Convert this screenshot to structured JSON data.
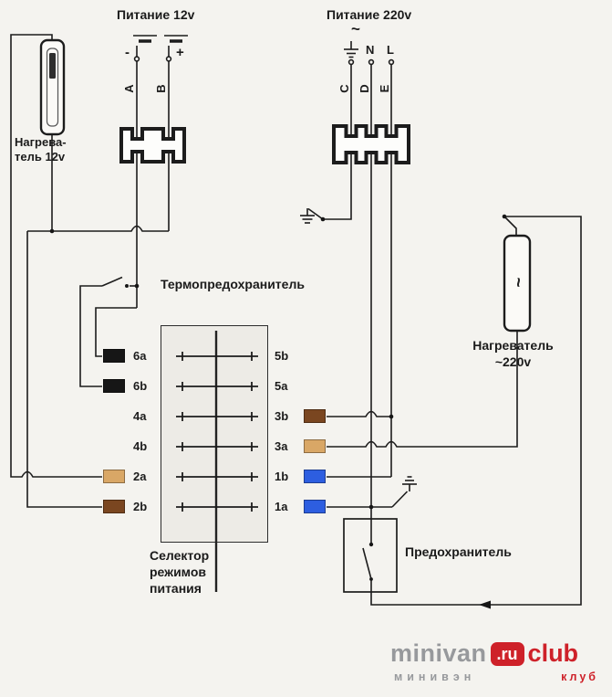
{
  "power12": {
    "title": "Питание 12v",
    "minus_label": "-",
    "plus_label": "+",
    "wire_a": "A",
    "wire_b": "B"
  },
  "power220": {
    "title": "Питание 220v",
    "ac_symbol": "~",
    "neutral_label": "N",
    "line_label": "L",
    "wire_c": "C",
    "wire_d": "D",
    "wire_e": "E"
  },
  "heater_12v": {
    "label_line1": "Нагрева-",
    "label_line2": "тель 12v"
  },
  "heater_220v": {
    "label_line1": "Нагреватель",
    "label_line2": "~220v",
    "ac_symbol": "~"
  },
  "thermal_fuse_label": "Термопредохранитель",
  "fuse_label": "Предохранитель",
  "selector": {
    "label_line1": "Селектор",
    "label_line2": "режимов",
    "label_line3": "питания",
    "left_labels": [
      "6a",
      "6b",
      "4a",
      "4b",
      "2a",
      "2b"
    ],
    "right_labels": [
      "5b",
      "5a",
      "3b",
      "3a",
      "1b",
      "1a"
    ]
  },
  "terminal_colors": {
    "t6a": "#161616",
    "t6b": "#161616",
    "t2a": "#d9a766",
    "t2b": "#7a4620",
    "t3b": "#7a4620",
    "t3a": "#d9a766",
    "t1b": "#2d5ee0",
    "t1a": "#2d5ee0"
  },
  "logo": {
    "main": "minivan",
    "tld": ".ru",
    "club": "club",
    "sub_main": "минивэн",
    "sub_club": "клуб",
    "red": "#ce2129",
    "gray": "#97999c"
  }
}
